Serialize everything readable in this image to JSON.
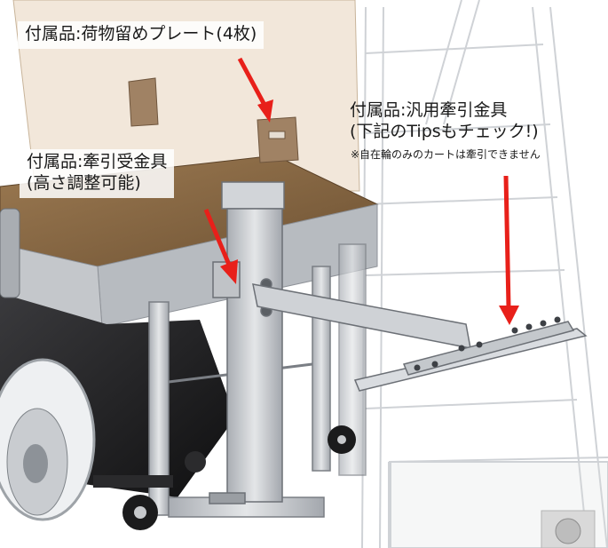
{
  "callouts": {
    "plate": {
      "text": "付属品:荷物留めプレート(4枚)"
    },
    "receiver": {
      "line1": "付属品:牽引受金具",
      "line2": "(高さ調整可能)"
    },
    "towbar": {
      "line1": "付属品:汎用牽引金具",
      "line2": "(下記のTipsもチェック!)",
      "note": "※自在輪のみのカートは牽引できません"
    }
  },
  "colors": {
    "arrow": "#e8201a",
    "cart_body": "#1c1c1e",
    "aluminum": "#c9ccd0",
    "cargo_top": "#8a6a45",
    "ghost_cart": "#d7d9dc"
  }
}
